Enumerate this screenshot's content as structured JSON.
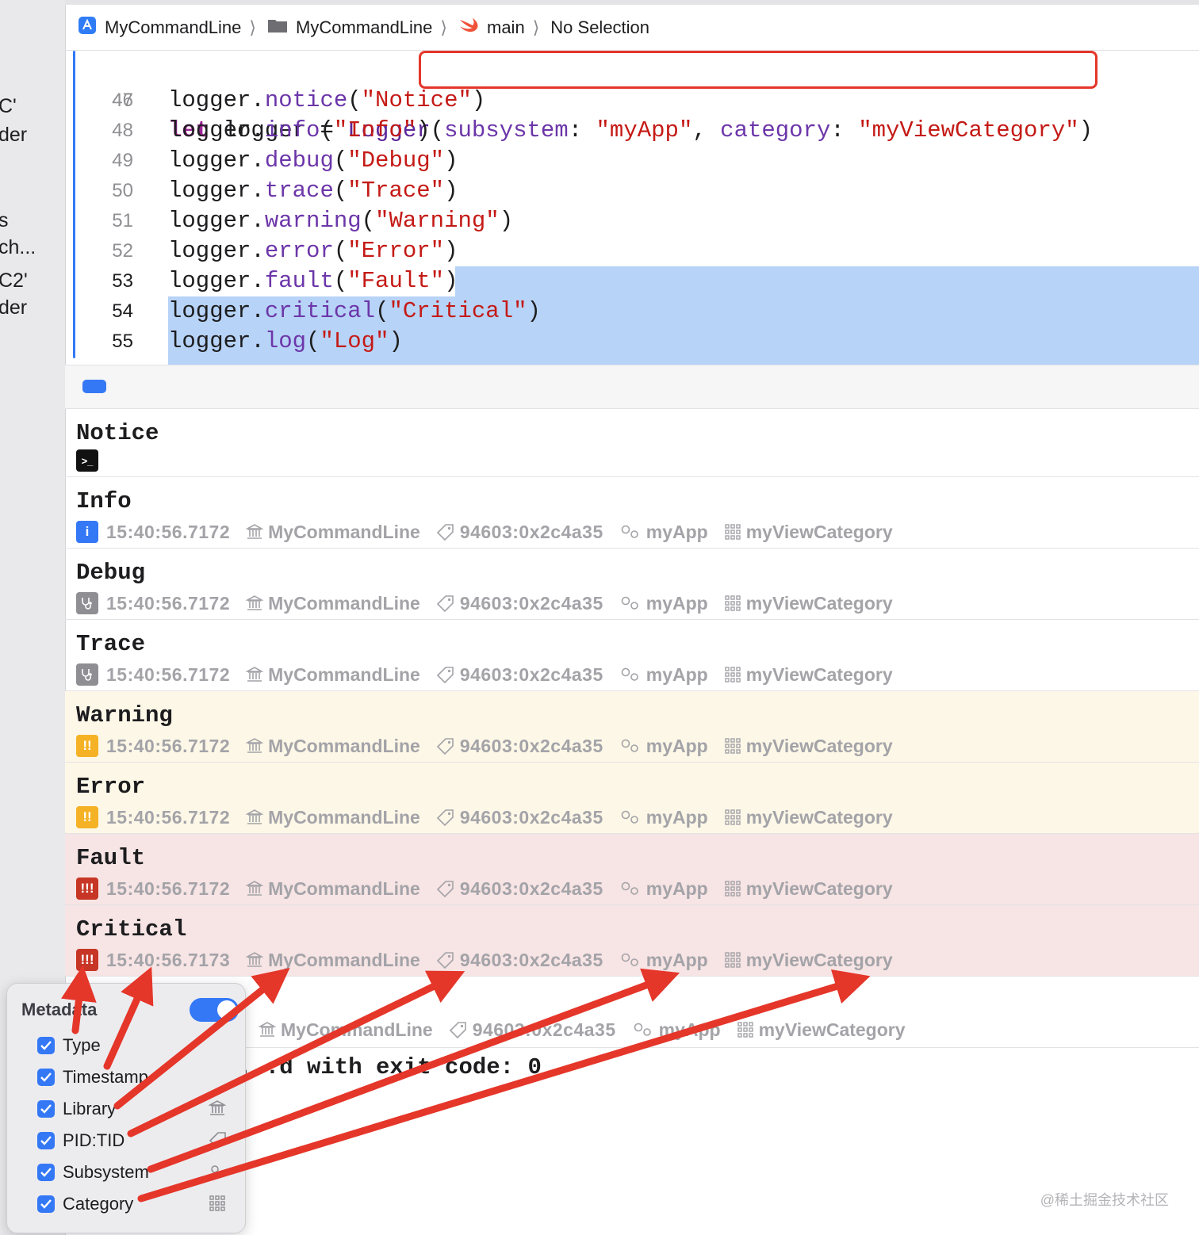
{
  "sidebar": {
    "fragments": [
      "C'",
      "der",
      "s",
      "ch...",
      "C2'",
      "der"
    ]
  },
  "breadcrumb": [
    "MyCommandLine",
    "MyCommandLine",
    "main",
    "No Selection"
  ],
  "code": {
    "line_numbers": [
      "46",
      "47",
      "48",
      "49",
      "50",
      "51",
      "52",
      "53",
      "54",
      "55"
    ],
    "line46": {
      "kw": "let",
      "var": " logger = ",
      "type": "Logger",
      "open": "(",
      "sub_label": "subsystem",
      "sep1": ": ",
      "sub_value": "\"myApp\"",
      "comma": ", ",
      "cat_label": "category",
      "sep2": ": ",
      "cat_value": "\"myViewCategory\"",
      "close": ")"
    },
    "calls": [
      {
        "obj": "logger.",
        "fn": "notice",
        "arg": "\"Notice\""
      },
      {
        "obj": "logger.",
        "fn": "info",
        "arg": "\"Info\""
      },
      {
        "obj": "logger.",
        "fn": "debug",
        "arg": "\"Debug\""
      },
      {
        "obj": "logger.",
        "fn": "trace",
        "arg": "\"Trace\""
      },
      {
        "obj": "logger.",
        "fn": "warning",
        "arg": "\"Warning\""
      },
      {
        "obj": "logger.",
        "fn": "error",
        "arg": "\"Error\""
      },
      {
        "obj": "logger.",
        "fn": "fault",
        "arg": "\"Fault\""
      },
      {
        "obj": "logger.",
        "fn": "critical",
        "arg": "\"Critical\""
      },
      {
        "obj": "logger.",
        "fn": "log",
        "arg": "\"Log\""
      }
    ]
  },
  "console": {
    "notice": {
      "message": "Notice",
      "badge": ">_"
    },
    "entries": [
      {
        "message": "Info",
        "badge": "i",
        "timestamp": "15:40:56.7172",
        "library": "MyCommandLine",
        "pid": "94603:0x2c4a35",
        "subsystem": "myApp",
        "category": "myViewCategory"
      },
      {
        "message": "Debug",
        "badge": "",
        "timestamp": "15:40:56.7172",
        "library": "MyCommandLine",
        "pid": "94603:0x2c4a35",
        "subsystem": "myApp",
        "category": "myViewCategory"
      },
      {
        "message": "Trace",
        "badge": "",
        "timestamp": "15:40:56.7172",
        "library": "MyCommandLine",
        "pid": "94603:0x2c4a35",
        "subsystem": "myApp",
        "category": "myViewCategory"
      },
      {
        "message": "Warning",
        "badge": "!!",
        "timestamp": "15:40:56.7172",
        "library": "MyCommandLine",
        "pid": "94603:0x2c4a35",
        "subsystem": "myApp",
        "category": "myViewCategory"
      },
      {
        "message": "Error",
        "badge": "!!",
        "timestamp": "15:40:56.7172",
        "library": "MyCommandLine",
        "pid": "94603:0x2c4a35",
        "subsystem": "myApp",
        "category": "myViewCategory"
      },
      {
        "message": "Fault",
        "badge": "!!!",
        "timestamp": "15:40:56.7172",
        "library": "MyCommandLine",
        "pid": "94603:0x2c4a35",
        "subsystem": "myApp",
        "category": "myViewCategory"
      },
      {
        "message": "Critical",
        "badge": "!!!",
        "timestamp": "15:40:56.7173",
        "library": "MyCommandLine",
        "pid": "94603:0x2c4a35",
        "subsystem": "myApp",
        "category": "myViewCategory"
      }
    ],
    "partial_row": {
      "library": "MyCommandLine",
      "pid": "94603:0x2c4a35",
      "subsystem": "myApp",
      "category": "myViewCategory"
    },
    "exit_text": "...d with exit code: 0"
  },
  "metadata_popover": {
    "title": "Metadata",
    "toggle_on": true,
    "options": [
      "Type",
      "Timestamp",
      "Library",
      "PID:TID",
      "Subsystem",
      "Category"
    ]
  },
  "watermark": "@稀土掘金技术社区",
  "colors": {
    "accent": "#3478f6",
    "annotation": "#e5362a",
    "selection": "#b7d3f7",
    "warning_bg": "#fdf7e7",
    "fault_bg": "#f7e4e4"
  }
}
